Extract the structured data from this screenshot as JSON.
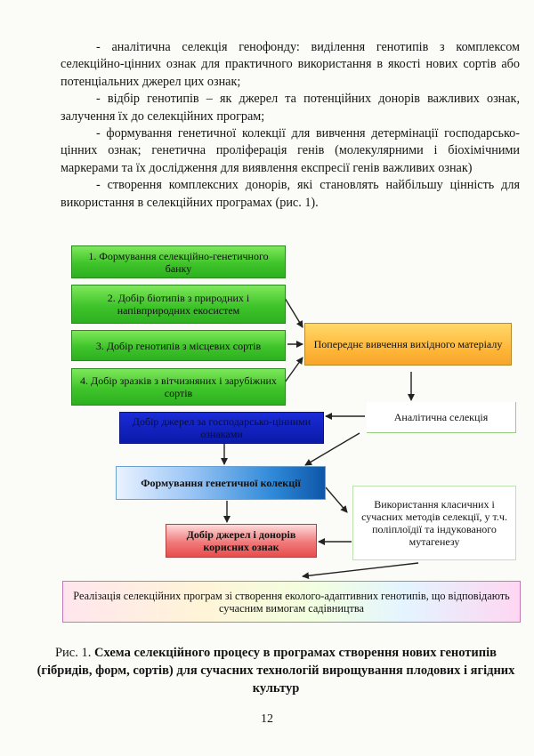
{
  "paragraphs": [
    "- аналітична селекція генофонду: виділення генотипів з комплексом селекційно-цінних ознак для практичного використання в якості нових сортів або потенціальних джерел цих ознак;",
    "- відбір генотипів – як джерел та потенційних донорів важливих ознак, залучення їх до селекційних програм;",
    "- формування генетичної колекції для вивчення детермінації господарсько-цінних ознак; генетична проліферація генів (молекулярними і біохімічними маркерами та їх дослідження для виявлення експресії генів важливих ознак)",
    "- створення комплексних донорів, які становлять найбільшу цінність для використання в селекційних програмах (рис. 1)."
  ],
  "diagram": {
    "box1": "1. Формування селекційно-генетичного банку",
    "box2": "2. Добір біотипів з природних і напівприродних екосистем",
    "box3": "3. Добір генотипів з місцевих сортів",
    "box4": "4. Добір зразків з вітчизняних і зарубіжних сортів",
    "box_prelim": "Попереднє вивчення вихідного матеріалу",
    "box_analytic": "Аналітична селекція",
    "box_sources": "Добір джерел за господарсько-цінними ознаками",
    "box_collection": "Формування генетичної колекції",
    "box_methods": "Використання класичних і сучасних методів селекції, у т.ч. поліплоїдії та індукованого мутагенезу",
    "box_donors": "Добір джерел і донорів корисних ознак",
    "box_realization": "Реалізація селекційних програм зі створення еколого-адаптивних генотипів, що відповідають сучасним вимогам садівництва"
  },
  "caption": {
    "prefix": "Рис. 1. ",
    "title": "Схема селекційного процесу в програмах створення нових генотипів (гібридів, форм, сортів) для сучасних технологій вирощування плодових і ягідних культур"
  },
  "page_number": "12",
  "colors": {
    "green": "#3fc42a",
    "orange": "#ffb83a",
    "blue": "#0b1aa8",
    "red": "#e84c4c",
    "arrow": "#222222"
  }
}
